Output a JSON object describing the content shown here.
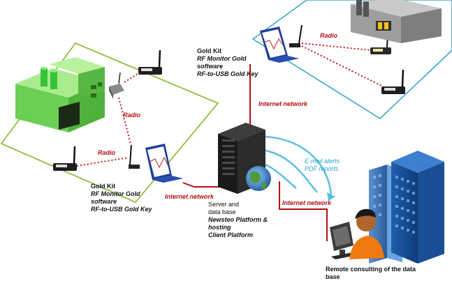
{
  "labels": {
    "radio": "Radio",
    "internet_network": "Internet network",
    "gold_kit_top": {
      "title": "Gold Kit",
      "line1": "RF Monitor Gold",
      "line2": "software",
      "line3": "RF-to-USB Gold Key"
    },
    "gold_kit_bottom": {
      "title": "Gold Kit",
      "line1": "RF Monitor Gold",
      "line2": "software",
      "line3": "RF-to-USB Gold Key"
    },
    "server": {
      "line1": "Server and",
      "line2": "data base",
      "line3": "Newsteo Platform &",
      "line4": "hosting",
      "line5": "Client Platform"
    },
    "alerts": {
      "line1": "E-mail alerts",
      "line2": "PDF reports"
    },
    "remote": {
      "line1": "Remote consulting of the data",
      "line2": "base"
    }
  },
  "colors": {
    "zone_left_border": "#8fbf3f",
    "zone_right_border": "#3aa6c8",
    "radio_link": "#c01818",
    "internet_link": "#b51010",
    "alert_arrow": "#5cc0dc",
    "factory_green": "#7fd96a"
  }
}
